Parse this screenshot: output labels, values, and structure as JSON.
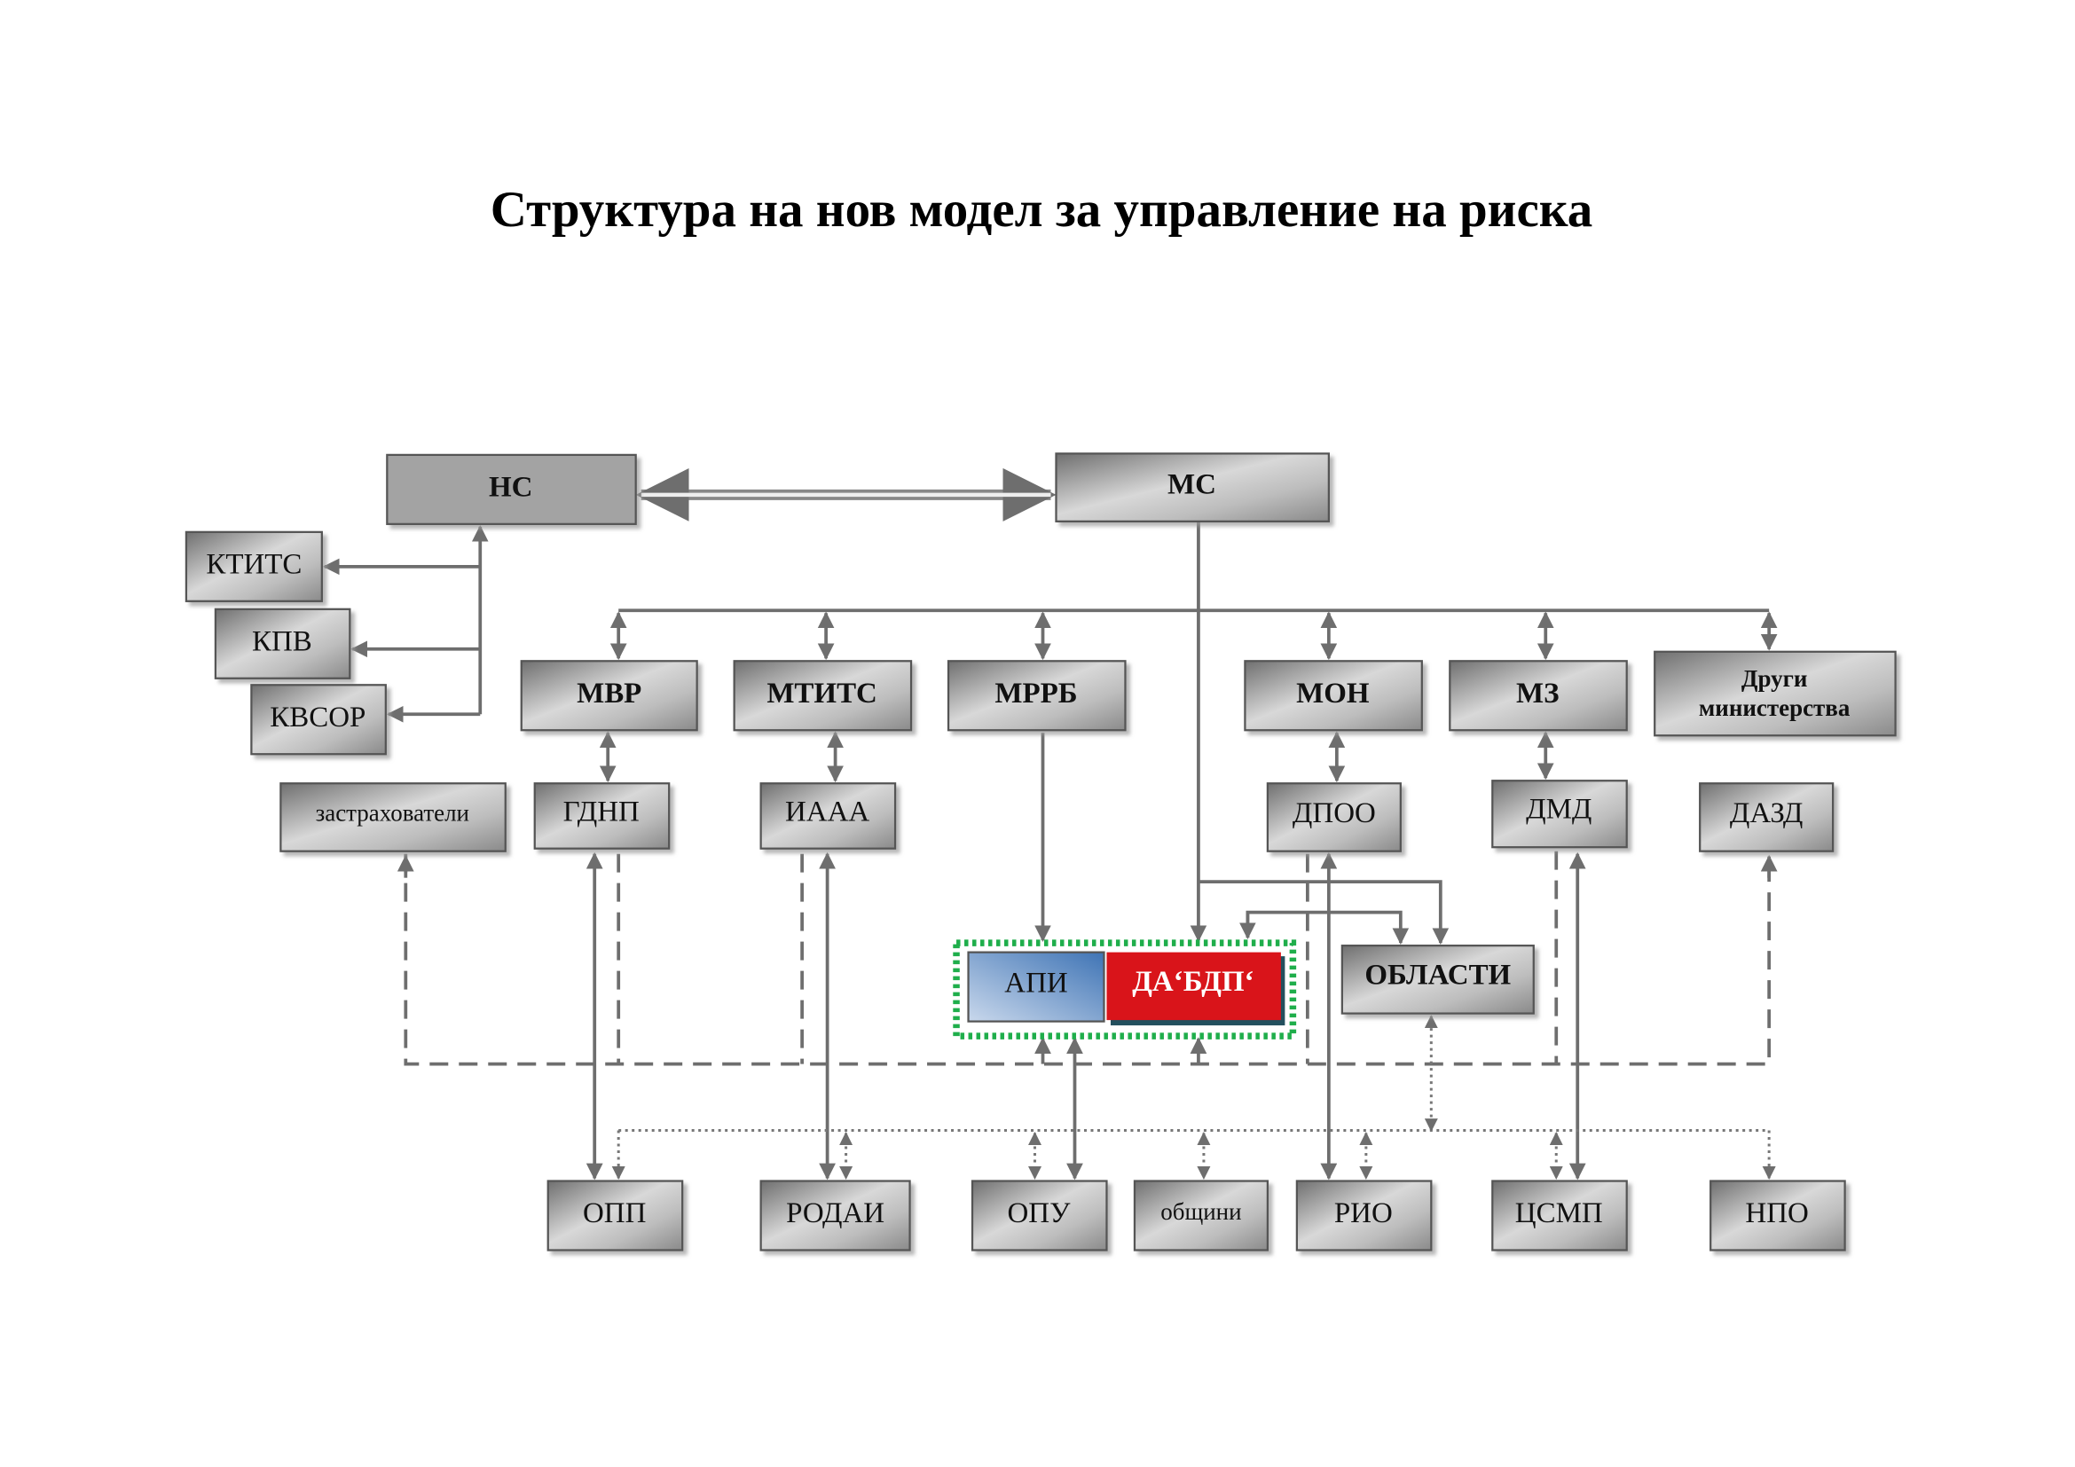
{
  "title": "Структура на нов модел за управление на риска",
  "nodes": {
    "ns": "НС",
    "ms": "МС",
    "ktits": "КТИТС",
    "kpv": "КПВ",
    "kvsor": "КВСОР",
    "mvr": "МВР",
    "mtits": "МТИТС",
    "mrrb": "МРРБ",
    "mon": "МОН",
    "mz": "МЗ",
    "other_ministries_1": "Други",
    "other_ministries_2": "министерства",
    "insurers": "застрахователи",
    "gdnp": "ГДНП",
    "iaaa": "ИААА",
    "dpoo": "ДПОО",
    "dmd": "ДМД",
    "dazd": "ДАЗД",
    "api": "АПИ",
    "dabdp": "ДА‘БДП‘",
    "oblasti": "ОБЛАСТИ",
    "opp": "ОПП",
    "rodai": "РОДАИ",
    "opu": "ОПУ",
    "obshtini": "общини",
    "rio": "РИО",
    "tsmp": "ЦСМП",
    "npo": "НПО"
  },
  "colors": {
    "dabdp_fill": "#d9141a",
    "api_fill": "#9ab8dd",
    "highlight_border": "#1fae4b"
  }
}
